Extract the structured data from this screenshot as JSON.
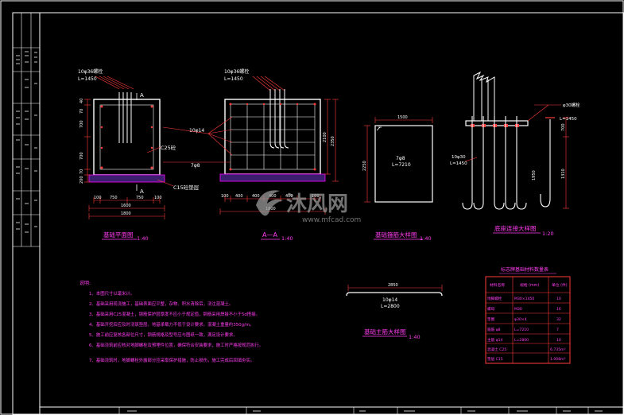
{
  "drawing": {
    "views": {
      "plan": {
        "bolt_label": "10φ36螺栓",
        "bolt_length": "L=1450",
        "dim_top_left": "40",
        "dim_left_upper": "70",
        "dim_left_mid1": "700",
        "dim_left_mid2": "700",
        "dim_left_lower": "70",
        "dim_left_bottom": "200",
        "dim_bottom_a": "100",
        "dim_bottom_b": "750",
        "dim_bottom_c": "750",
        "dim_bottom_d": "100",
        "dim_total_inner": "1600",
        "dim_total_outer": "1800",
        "section_mark_top": "A",
        "section_mark_bottom": "A",
        "concrete_top": "C25砼",
        "concrete_bottom": "C15砼垫层",
        "title": "基础平面图",
        "scale": "1:40"
      },
      "section": {
        "bolt_label": "10φ36螺栓",
        "bolt_length": "L=1450",
        "rebar_main": "10φ14",
        "rebar_stirrup": "7φ8",
        "dim_right_1": "2100",
        "dim_right_2": "2350",
        "dim_bottom_a": "100",
        "dim_bottom_b": "400",
        "dim_bottom_c": "400",
        "dim_bottom_d": "400",
        "dim_bottom_e": "400",
        "dim_bottom_f": "100",
        "dim_total": "1800",
        "title": "A—A",
        "scale": "1:40"
      },
      "stirrup": {
        "dim_top": "1500",
        "dim_side": "2250",
        "label": "7φ8",
        "length": "L=7210",
        "title": "基础箍筋大样图",
        "scale": "1:40"
      },
      "bolt": {
        "label_top": "φ30螺栓",
        "length_right": "L=1450",
        "label_left": "10φ30",
        "length_left": "L=1450",
        "dim_1": "700",
        "dim_2": "1310",
        "dim_3": "1950",
        "title": "底座连接大样图",
        "scale": "1:20"
      },
      "mainbar": {
        "dim": "2850",
        "label": "10φ14",
        "length": "L=2800",
        "title": "基础主筋大样图",
        "scale": "1:40"
      }
    },
    "notes": {
      "heading": "说明:",
      "items": [
        "1、本图尺寸以毫米计。",
        "2、基础采用现浇施工，基础表面应平整，杂物、积水清除后，浇注混凝土。",
        "3、基础采用C25混凝土，钢筋保护层厚度不应小于规定值，钢筋采用焊接不小于5d搭接。",
        "4、基础开挖后应及时浇筑垫层，地基承载力不低于设计要求。混凝土重量约350g/m。",
        "5、施工前应复核各部位尺寸，钢筋规格及型号应与图纸一致，满足设计要求。",
        "6、基础浇筑前应核对地脚螺栓及预埋件位置，确保符合安装要求，施工时严格按规范执行。",
        "7、基础浇筑时，地脚螺栓外露部分应采取保护措施，防止损伤，施工完成后回填夯实。"
      ]
    },
    "table": {
      "title": "标志牌基础材料数量表",
      "header": [
        "材料名称",
        "规格\n(mm)",
        "单位\n(件)"
      ],
      "rows": [
        [
          "地脚螺栓",
          "M30×1450",
          "10"
        ],
        [
          "螺母",
          "M30",
          "16"
        ],
        [
          "垫圈",
          "φ30×4",
          "32"
        ],
        [
          "箍筋 φ8",
          "L=7210",
          "7"
        ],
        [
          "主筋 φ14",
          "L=2800",
          "10"
        ],
        [
          "混凝土 C25",
          "",
          "6.735m³"
        ],
        [
          "垫层 C15",
          "",
          "1.008m³"
        ]
      ]
    },
    "watermark": {
      "brand": "沐风网",
      "url": "www.mfcad.com"
    },
    "colors": {
      "background": "#000000",
      "outline": "#ffffff",
      "dimension": "#ff3b3b",
      "title": "#ff3df0",
      "concrete_fill": "#3b1e6e",
      "rebar_magenta": "#ff00ff",
      "table_cell": "#ffffff",
      "watermark": "#9a9a9a"
    }
  }
}
